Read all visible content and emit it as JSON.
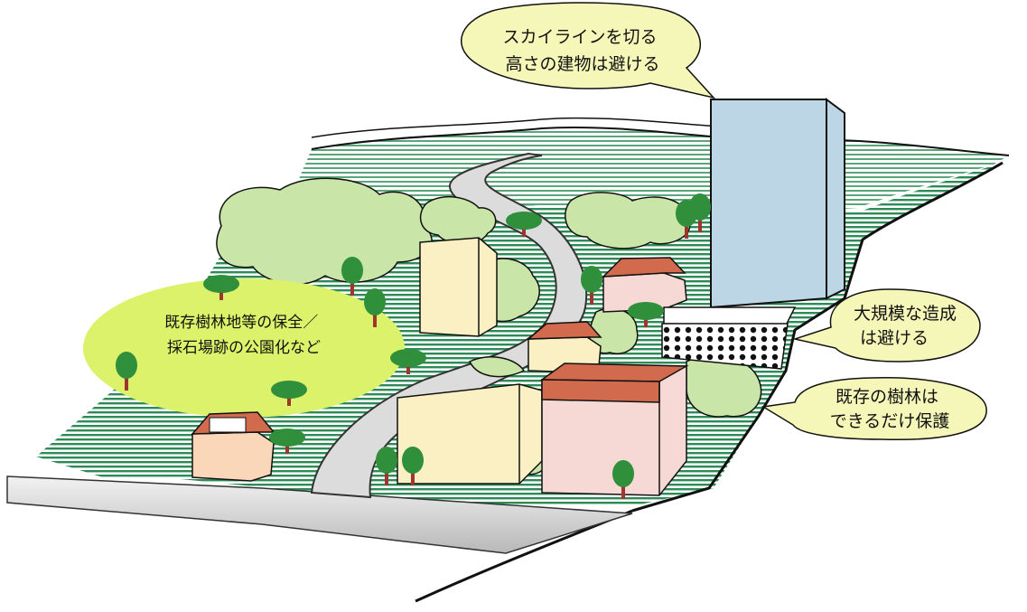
{
  "callouts": {
    "skyline": {
      "line1": "スカイラインを切る",
      "line2": "高さの建物は避ける"
    },
    "large_dev": {
      "line1": "大規模な造成",
      "line2": "は避ける"
    },
    "existing_forest": {
      "line1": "既存の樹林は",
      "line2": "できるだけ保護"
    }
  },
  "oval": {
    "line1": "既存樹林地等の保全／",
    "line2": "採石場跡の公園化など"
  },
  "colors": {
    "hillside_stripe": "#2e8b57",
    "foliage": "#c9e6a8",
    "callout_fill": "#f4f7b8",
    "oval_fill": "#dcf26a",
    "tower": "#bcd6e6",
    "building_cream": "#fbf0c4",
    "building_pink": "#f6d9d4",
    "roof": "#d26a4e",
    "tree_trunk": "#a0342e",
    "tree_crown": "#2f8f3a"
  }
}
